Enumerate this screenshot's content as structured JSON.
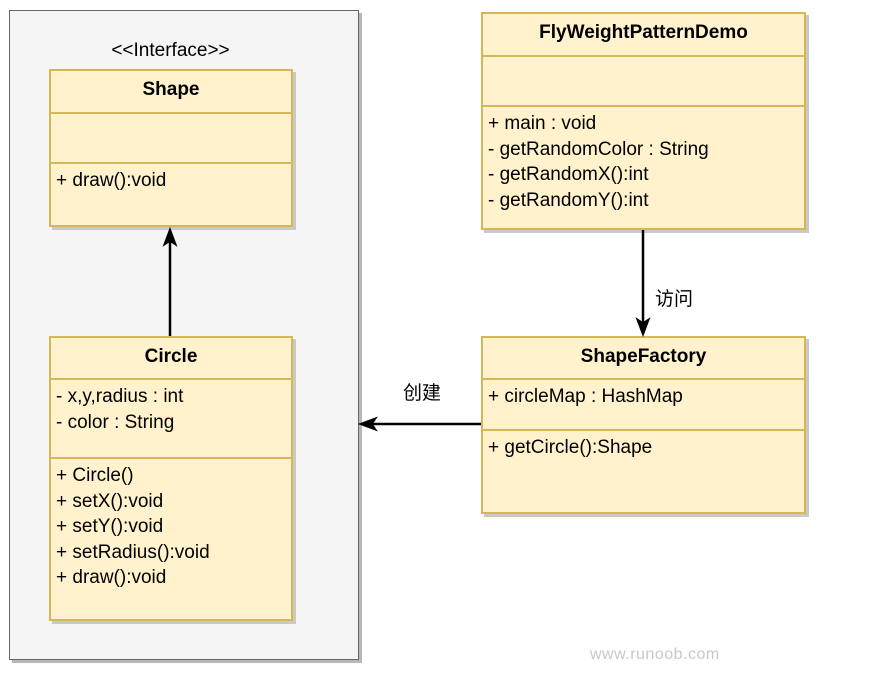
{
  "diagram": {
    "stereotype": "<<Interface>>",
    "shape": {
      "name": "Shape",
      "attributes": [],
      "methods": [
        "+ draw():void"
      ]
    },
    "circle": {
      "name": "Circle",
      "attributes": [
        "- x,y,radius : int",
        "- color : String"
      ],
      "methods": [
        "+ Circle()",
        "+ setX():void",
        "+ setY():void",
        "+ setRadius():void",
        "+ draw():void"
      ]
    },
    "demo": {
      "name": "FlyWeightPatternDemo",
      "attributes": [],
      "methods": [
        "+ main : void",
        "- getRandomColor : String",
        "- getRandomX():int",
        "- getRandomY():int"
      ]
    },
    "factory": {
      "name": "ShapeFactory",
      "attributes": [
        "+ circleMap : HashMap"
      ],
      "methods": [
        "+ getCircle():Shape"
      ]
    },
    "edges": {
      "access_label": "访问",
      "create_label": "创建"
    },
    "watermark": "www.runoob.com"
  },
  "colors": {
    "class_fill": "#fff2cc",
    "class_border": "#d6b656",
    "group_fill": "#f5f5f5",
    "group_border": "#666666"
  }
}
